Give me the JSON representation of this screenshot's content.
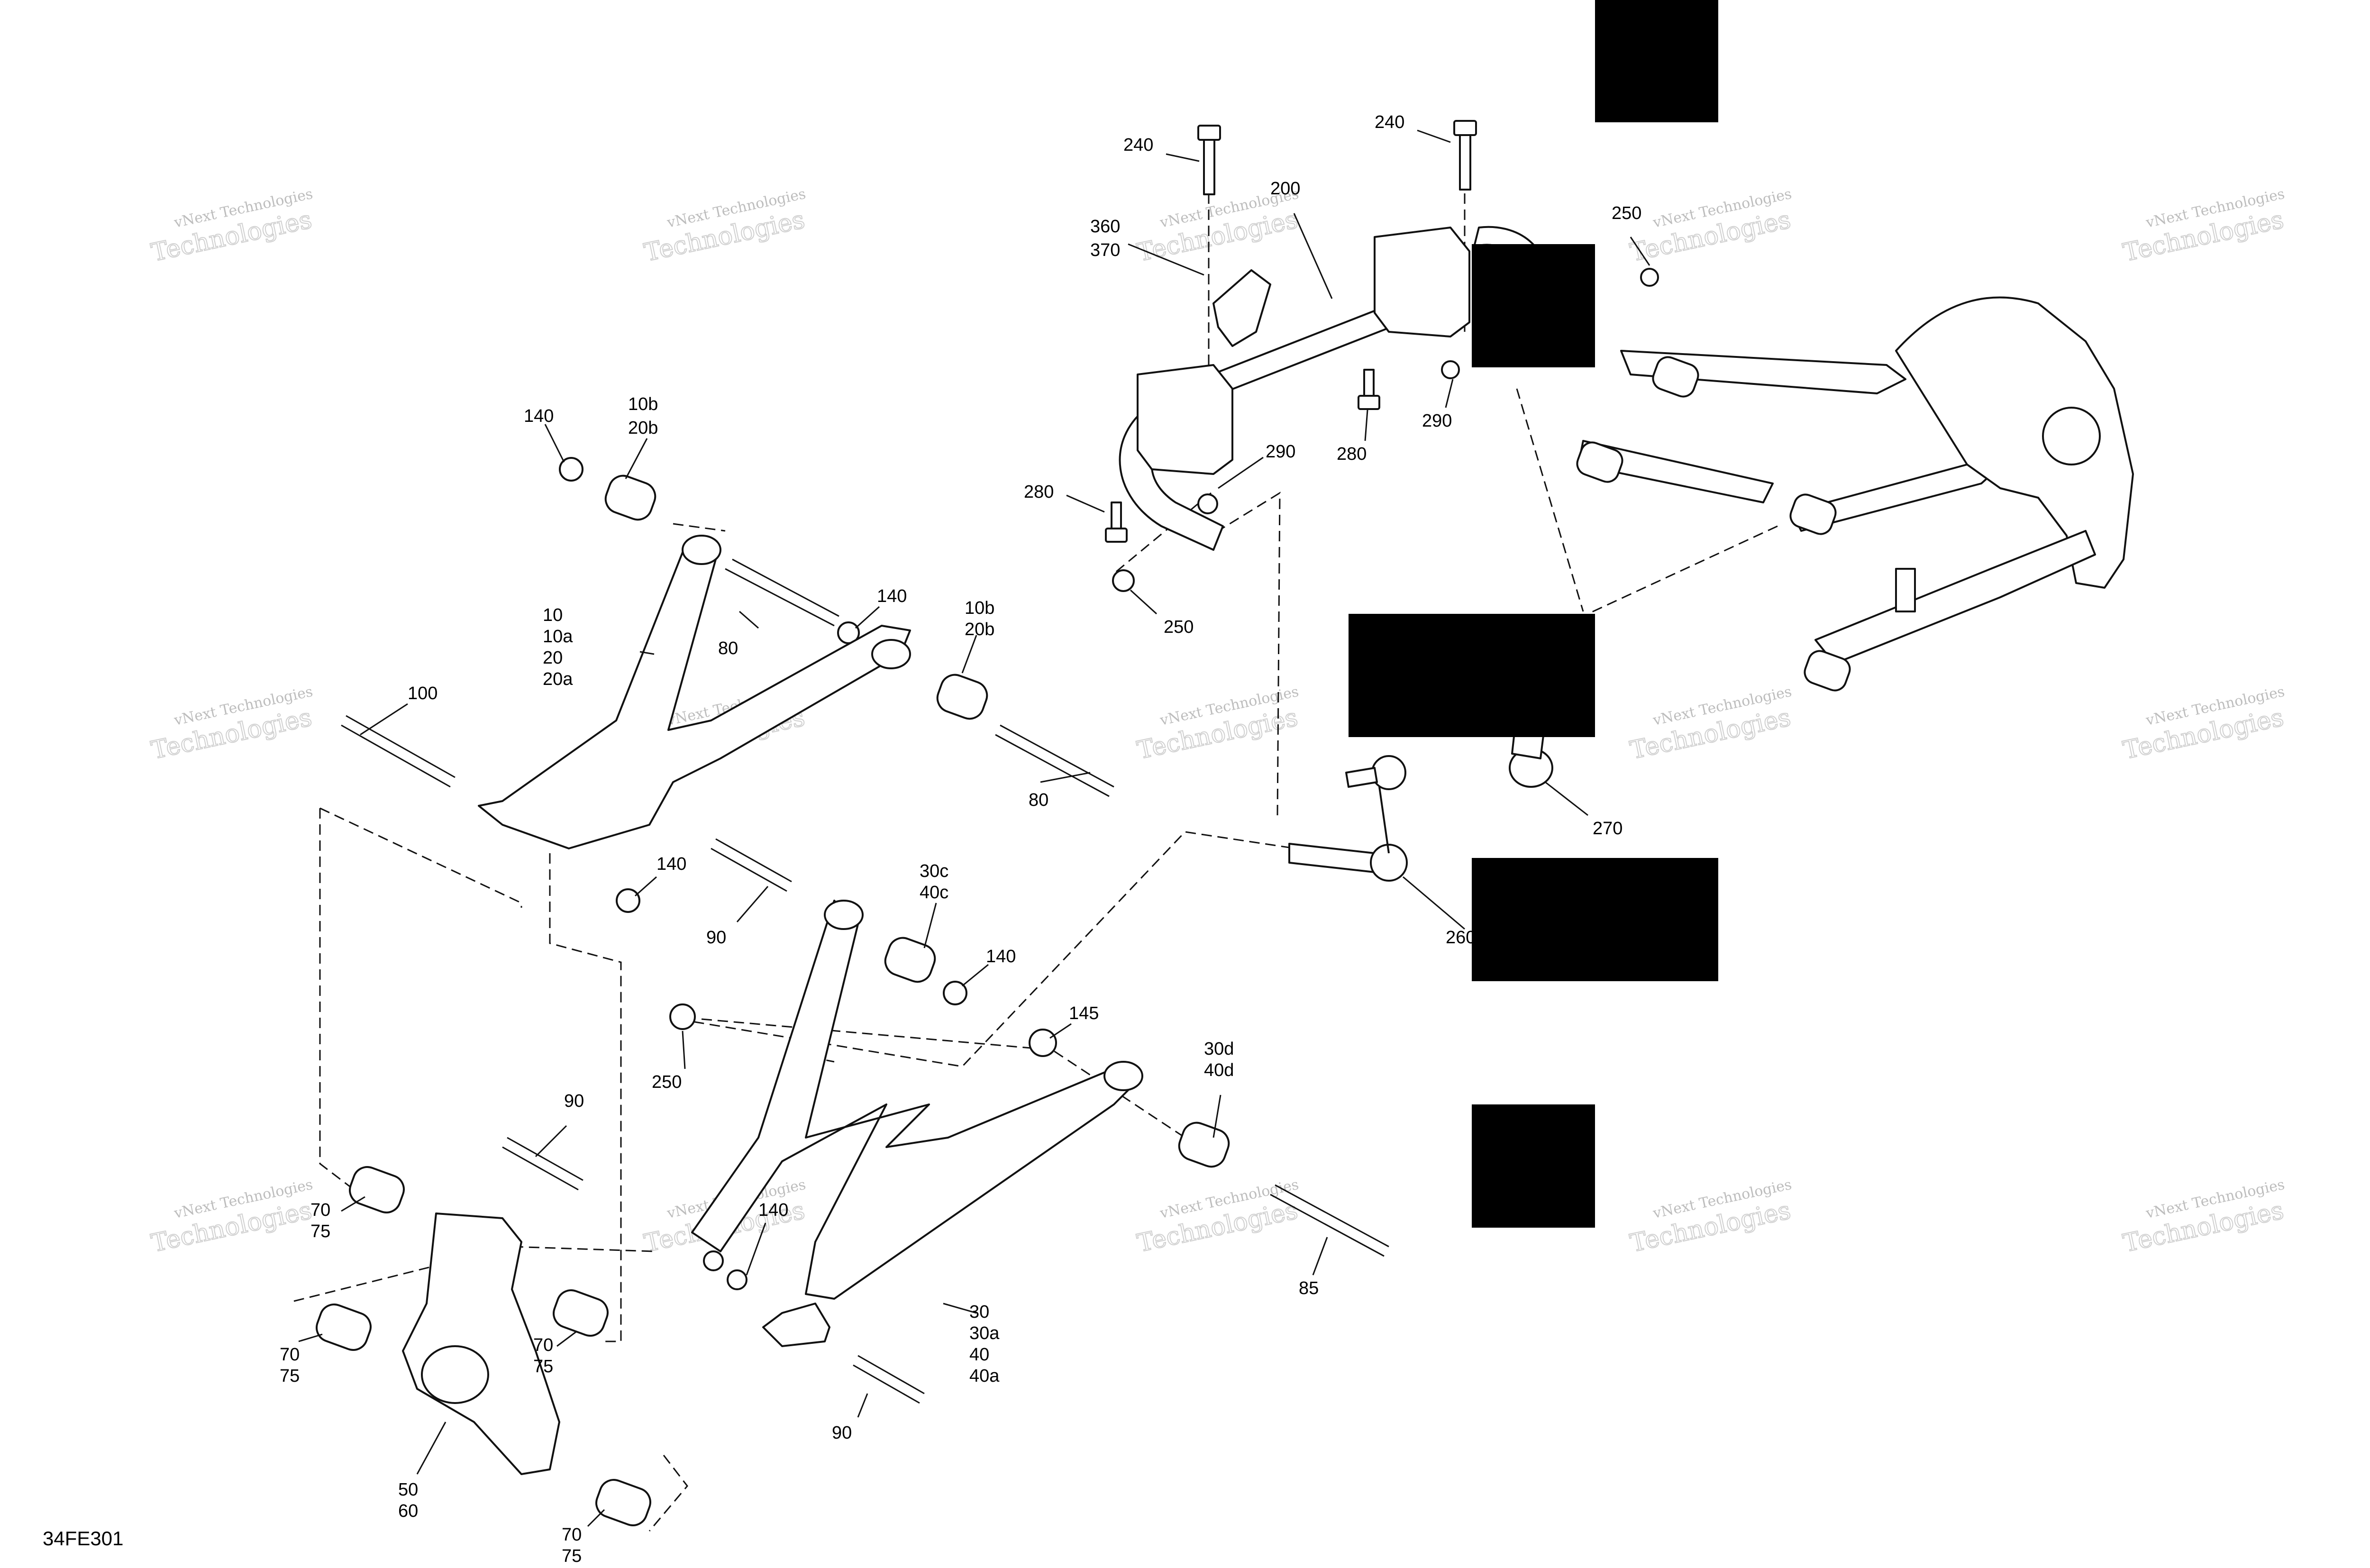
{
  "reference_code": "34FE301",
  "watermark": {
    "line1": "vNext Technologies",
    "line2": "Technologies"
  },
  "callouts": {
    "c240a": [
      "240"
    ],
    "c240b": [
      "240"
    ],
    "c200": [
      "200"
    ],
    "c360": [
      "360",
      "370"
    ],
    "c250a": [
      "250"
    ],
    "c280a": [
      "280"
    ],
    "c290a": [
      "290"
    ],
    "c280b": [
      "280"
    ],
    "c290b": [
      "290"
    ],
    "c250b": [
      "250"
    ],
    "c140a": [
      "140"
    ],
    "c10b": [
      "10b",
      "20b"
    ],
    "c10": [
      "10",
      "10a",
      "20",
      "20a"
    ],
    "c80a": [
      "80"
    ],
    "c140b": [
      "140"
    ],
    "c10b2": [
      "10b",
      "20b"
    ],
    "c100": [
      "100"
    ],
    "c80b": [
      "80"
    ],
    "c140c": [
      "140"
    ],
    "c90a": [
      "90"
    ],
    "c30c": [
      "30c",
      "40c"
    ],
    "c140d": [
      "140"
    ],
    "c145": [
      "145"
    ],
    "c250c": [
      "250"
    ],
    "c30d": [
      "30d",
      "40d"
    ],
    "c90b": [
      "90"
    ],
    "c140e": [
      "140"
    ],
    "c70a": [
      "70",
      "75"
    ],
    "c70b": [
      "70",
      "75"
    ],
    "c70c": [
      "70",
      "75"
    ],
    "c30": [
      "30",
      "30a",
      "40",
      "40a"
    ],
    "c85": [
      "85"
    ],
    "c90c": [
      "90"
    ],
    "c50": [
      "50",
      "60"
    ],
    "c70d": [
      "70",
      "75"
    ],
    "c270": [
      "270"
    ],
    "c260": [
      "260"
    ]
  }
}
